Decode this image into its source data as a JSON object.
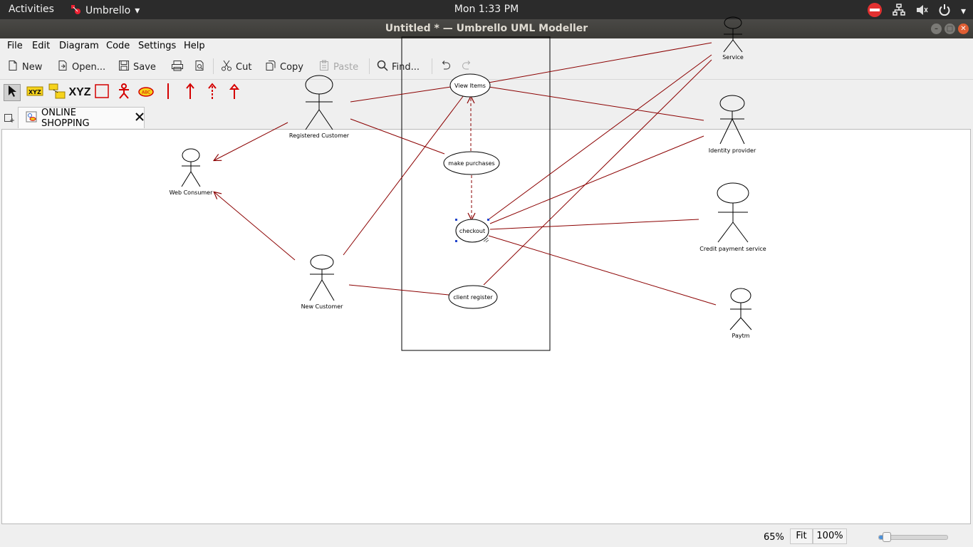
{
  "topbar": {
    "activities": "Activities",
    "app_name": "Umbrello",
    "clock": "Mon  1:33 PM"
  },
  "window": {
    "title": "Untitled * — Umbrello UML Modeller"
  },
  "menu": [
    "File",
    "Edit",
    "Diagram",
    "Code",
    "Settings",
    "Help"
  ],
  "toolbar": {
    "new": "New",
    "open": "Open...",
    "save": "Save",
    "cut": "Cut",
    "copy": "Copy",
    "paste": "Paste",
    "find": "Find..."
  },
  "tools": {
    "object_text": "XYZ"
  },
  "tab": {
    "label": "ONLINE SHOPPING"
  },
  "diagram": {
    "actors": {
      "registered": "Registered Customer",
      "web": "Web Consumer",
      "new": "New Customer",
      "service": "Service",
      "identity": "Identity provider",
      "credit": "Credit payment service",
      "paytm": "Paytm"
    },
    "usecases": {
      "view": "View Items",
      "purchase": "make purchases",
      "checkout": "checkout",
      "register": "client register"
    }
  },
  "status": {
    "zoom": "65%",
    "fit": "Fit",
    "hundred": "100%"
  },
  "colors": {
    "association": "#8b0000",
    "tool_red": "#d40000"
  }
}
